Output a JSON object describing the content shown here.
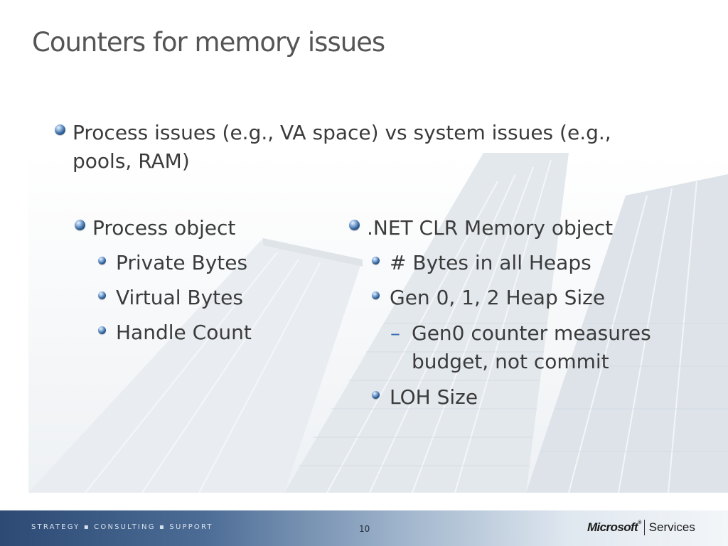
{
  "slide": {
    "title": "Counters for memory issues",
    "main_bullet": "Process issues (e.g., VA space) vs system issues (e.g., pools, RAM)",
    "left_column": {
      "heading": "Process object",
      "items": [
        "Private Bytes",
        "Virtual Bytes",
        "Handle Count"
      ]
    },
    "right_column": {
      "heading": ".NET CLR Memory object",
      "items": [
        "# Bytes in all Heaps",
        "Gen 0, 1, 2 Heap Size"
      ],
      "dash_symbol": "–",
      "dash_item": "Gen0 counter measures budget, not commit",
      "last_item": "LOH Size"
    }
  },
  "footer": {
    "tagline": "STRATEGY ▪ CONSULTING ▪ SUPPORT",
    "page_number": "10",
    "brand": "Microsoft",
    "trademark": "®",
    "brand_suffix": "Services"
  },
  "colors": {
    "title": "#555555",
    "text": "#3b3b3b",
    "bullet_orb": "#2f5f97",
    "dash": "#3c6fb0",
    "footer_dark": "#2c4a73"
  },
  "icons": {
    "bullet": "blue-orb-bullet-icon"
  }
}
